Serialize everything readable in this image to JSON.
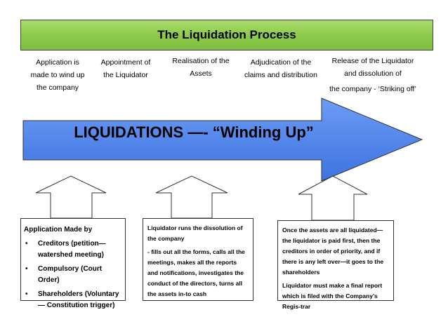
{
  "banner": {
    "title": "The Liquidation Process"
  },
  "stages": [
    {
      "lines": [
        "Application is",
        "made to wind up",
        "the company"
      ]
    },
    {
      "lines": [
        "Appointment of",
        "the Liquidator"
      ]
    },
    {
      "lines": [
        "Realisation of the",
        "Assets"
      ]
    },
    {
      "lines": [
        "Adjudication of the",
        "claims and distribution"
      ]
    },
    {
      "lines": [
        "Release of the Liquidator",
        "and dissolution of",
        "the company  - ‘Striking off’"
      ]
    }
  ],
  "main_arrow": {
    "label": "LIQUIDATIONS —- “Winding Up”"
  },
  "boxes": {
    "application": {
      "heading": "Application Made by",
      "items": [
        "Creditors (petition— watershed meeting)",
        "Compulsory (Court Order)",
        "Shareholders (Voluntary— Constitution trigger)"
      ]
    },
    "liquidator": {
      "p1": "Liquidator runs the dissolution of the company",
      "p2": "- fills out all the forms, calls all the meetings, makes all the reports and notifications, investigates the conduct of the directors, turns all the assets in-to cash"
    },
    "distribution": {
      "p1": "Once the assets are all liquidated— the liquidator is paid first, then the creditors in order of priority, and if there is any left over—it goes to the shareholders",
      "p2": "Liquidator must make a final report which is filed with the Company’s Regis-trar"
    }
  },
  "colors": {
    "banner_green": "#8bc94a",
    "arrow_blue": "#4f86f0",
    "outline": "#333333"
  }
}
